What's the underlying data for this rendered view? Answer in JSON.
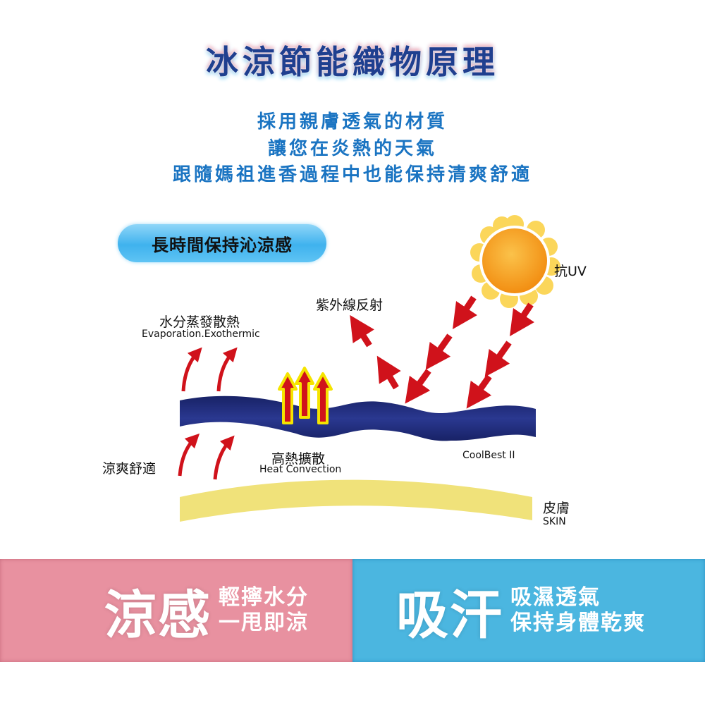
{
  "title": "冰涼節能織物原理",
  "subtitle": {
    "line1": "採用親膚透氣的材質",
    "line2": "讓您在炎熱的天氣",
    "line3": "跟隨媽祖進香過程中也能保持清爽舒適"
  },
  "diagram": {
    "pill_label": "長時間保持沁涼感",
    "uv_label": "抗UV",
    "uv_reflect_label": "紫外線反射",
    "evaporation_label_zh": "水分蒸發散熱",
    "evaporation_label_en": "Evaporation.Exothermic",
    "cool_label": "涼爽舒適",
    "heat_label_zh": "高熱擴散",
    "heat_label_en": "Heat Convection",
    "fabric_label": "CoolBest II",
    "skin_label_zh": "皮膚",
    "skin_label_en": "SKIN",
    "colors": {
      "fabric": "#1f2a7a",
      "arrow_red": "#d0121b",
      "arrow_outline": "#f5e400",
      "skin": "#f0e27a",
      "sun": "#f7a21a",
      "sun_petal": "#fbd65a"
    }
  },
  "bands": {
    "left": {
      "big": "涼感",
      "line1": "輕擰水分",
      "line2": "一甩即涼",
      "color": "#e891a0"
    },
    "right": {
      "big": "吸汗",
      "line1": "吸濕透氣",
      "line2": "保持身體乾爽",
      "color": "#4bb6e0"
    }
  }
}
